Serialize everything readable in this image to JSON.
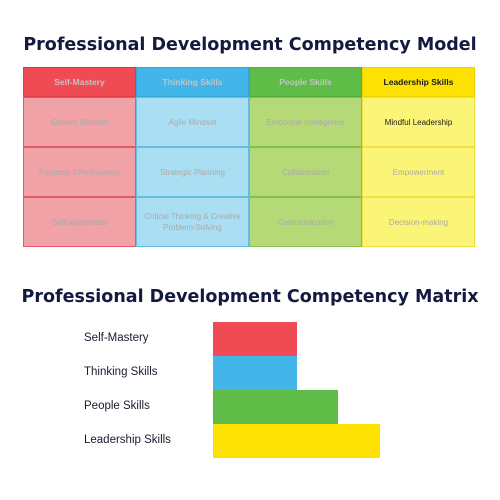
{
  "diagram": {
    "title": "Professional Development Competency Model",
    "columns": [
      {
        "header": "Self-Mastery",
        "items": [
          "Growth Mindset",
          "Personal Effectiveness",
          "Self-awareness"
        ],
        "color": "#f04a55"
      },
      {
        "header": "Thinking Skills",
        "items": [
          "Agile Mindset",
          "Strategic Planning",
          "Critical Thinking & Creative Problem-Solving"
        ],
        "color": "#42b6e9"
      },
      {
        "header": "People Skills",
        "items": [
          "Emotional Intelligence",
          "Collaboration",
          "Communication"
        ],
        "color": "#5ebc47"
      },
      {
        "header": "Leadership Skills",
        "items": [
          "Mindful Leadership",
          "Empowerment",
          "Decision-making"
        ],
        "color": "#fde103"
      }
    ]
  },
  "matrix": {
    "title": "Professional Development Competency Matrix",
    "chart_data": {
      "type": "bar",
      "orientation": "horizontal",
      "categories": [
        "Self-Mastery",
        "Thinking Skills",
        "People Skills",
        "Leadership Skills"
      ],
      "values": [
        2,
        2,
        3,
        4
      ],
      "colors": [
        "#f04a55",
        "#42b6e9",
        "#5ebc47",
        "#fde103"
      ],
      "xlim": [
        0,
        4
      ]
    }
  }
}
